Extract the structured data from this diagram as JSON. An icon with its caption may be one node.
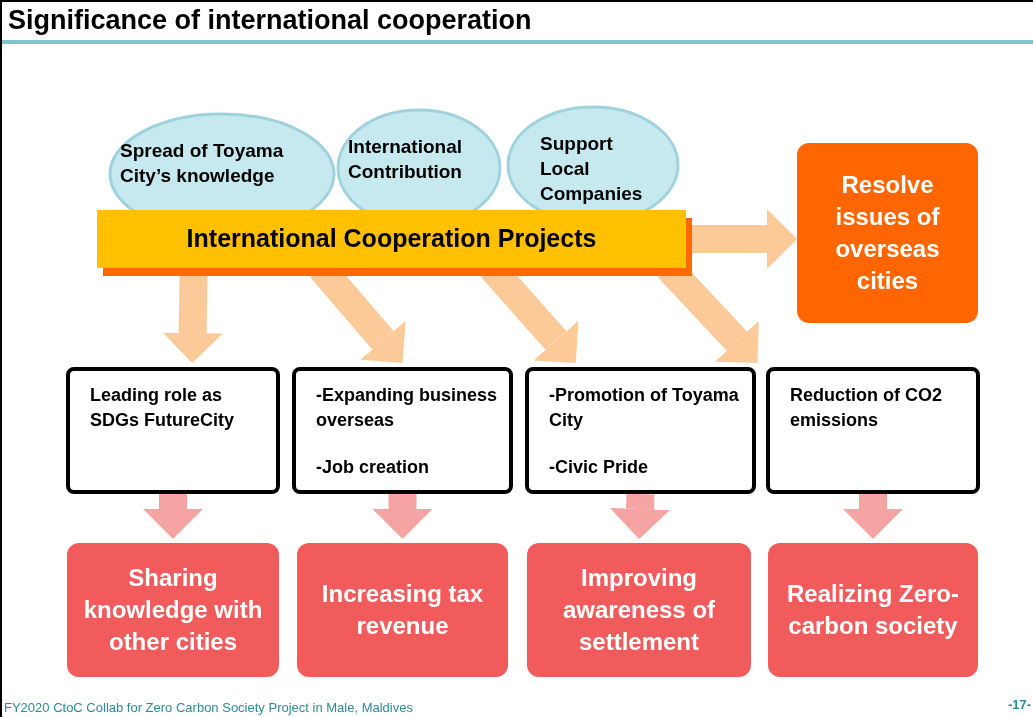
{
  "diagram": {
    "title": "Significance of international cooperation",
    "nodes": [
      {
        "text": [
          "Spread of Toyama City’s knowledge"
        ]
      },
      {
        "text": [
          "International Contribution"
        ]
      },
      {
        "text": [
          "Support Local Companies"
        ]
      },
      {
        "text": [
          "International Cooperation Projects"
        ]
      },
      {
        "text": [
          "Resolve issues of overseas cities"
        ]
      },
      {
        "text": [
          "Leading role as SDGs FutureCity"
        ]
      },
      {
        "text": [
          "-Expanding business overseas",
          "-Job creation"
        ]
      },
      {
        "text": [
          "-Promotion of Toyama City",
          "-Civic Pride"
        ]
      },
      {
        "text": [
          "Reduction of CO2 emissions"
        ]
      },
      {
        "text": [
          "Sharing knowledge with other cities"
        ]
      },
      {
        "text": [
          "Increasing tax revenue"
        ]
      },
      {
        "text": [
          "Improving awareness of settlement"
        ]
      },
      {
        "text": [
          "Realizing Zero-carbon society"
        ]
      }
    ],
    "edges": [
      {
        "from": 3,
        "to": 4,
        "arrow": "to"
      },
      {
        "from": 3,
        "to": 5,
        "arrow": "to"
      },
      {
        "from": 3,
        "to": 6,
        "arrow": "to"
      },
      {
        "from": 3,
        "to": 7,
        "arrow": "to"
      },
      {
        "from": 3,
        "to": 8,
        "arrow": "to"
      },
      {
        "from": 5,
        "to": 9,
        "arrow": "to",
        "color": "#f5a3a3"
      },
      {
        "from": 6,
        "to": 10,
        "arrow": "to",
        "color": "#f5a3a3"
      },
      {
        "from": 7,
        "to": 11,
        "arrow": "to",
        "color": "#f5a3a3"
      },
      {
        "from": 8,
        "to": 12,
        "arrow": "to",
        "color": "#f5a3a3"
      }
    ],
    "labels": [
      "FY2020 CtoC Collab for Zero Carbon Society Project in Male, Maldives",
      "-17-"
    ]
  }
}
